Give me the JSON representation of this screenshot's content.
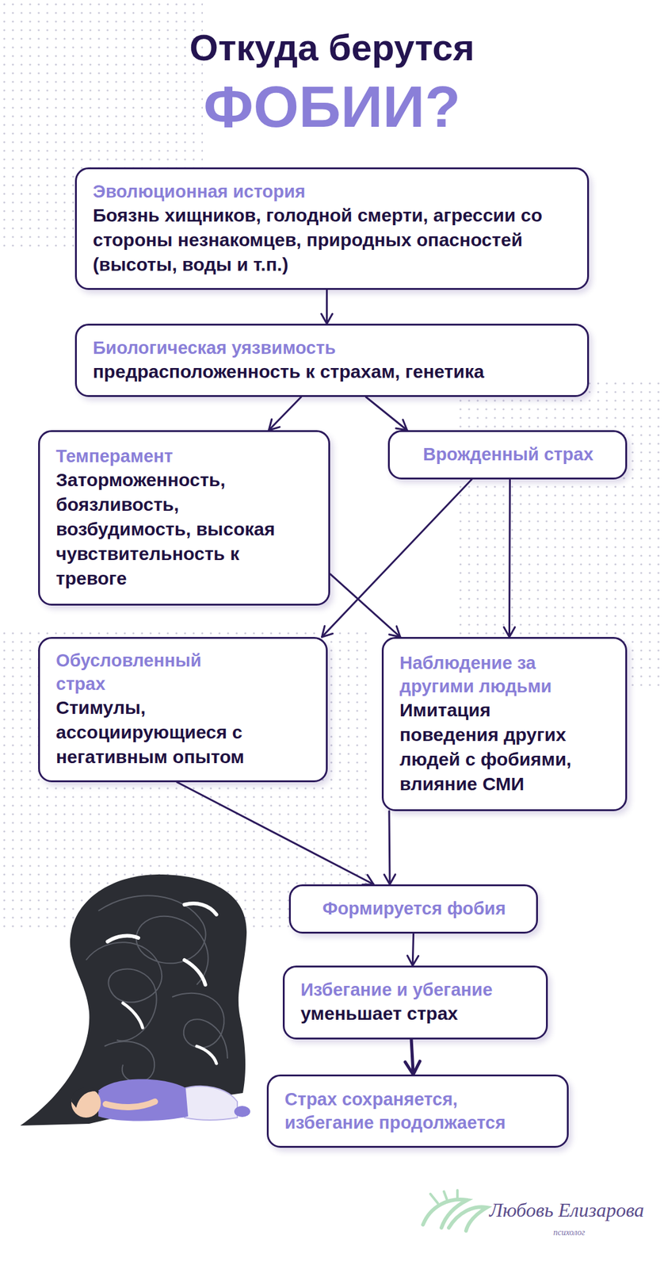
{
  "diagram": {
    "title": "Откуда берутся",
    "nodes": [
      {
        "text": [
          "Эволюционная история",
          "Боязнь хищников, голодной смерти, агрессии со стороны незнакомцев, природных опасностей (высоты, воды и т.п.)"
        ]
      },
      {
        "text": [
          "Биологическая уязвимость",
          "предрасположенность к страхам, генетика"
        ]
      },
      {
        "text": [
          "Темперамент",
          "Заторможенность, боязливость, возбудимость, высокая чувствительность к тревоге"
        ]
      },
      {
        "text": [
          "Врожденный страх"
        ]
      },
      {
        "text": [
          "Обусловленный страх",
          "Стимулы, ассоциирующиеся с негативным опытом"
        ]
      },
      {
        "text": [
          "Наблюдение за другими людьми",
          "Имитация поведения других людей с фобиями, влияние СМИ"
        ]
      },
      {
        "text": [
          "Формируется фобия"
        ]
      },
      {
        "text": [
          "Избегание и убегание",
          "уменьшает страх"
        ]
      },
      {
        "text": [
          "Страх сохраняется, избегание продолжается"
        ]
      }
    ],
    "edges": [
      {
        "from": 0,
        "to": 1,
        "arrow": "to"
      },
      {
        "from": 1,
        "to": 2,
        "arrow": "to"
      },
      {
        "from": 1,
        "to": 3,
        "arrow": "to"
      },
      {
        "from": 2,
        "to": 5,
        "arrow": "to"
      },
      {
        "from": 3,
        "to": 4,
        "arrow": "to"
      },
      {
        "from": 3,
        "to": 5,
        "arrow": "to"
      },
      {
        "from": 4,
        "to": 6,
        "arrow": "to"
      },
      {
        "from": 5,
        "to": 6,
        "arrow": "to"
      },
      {
        "from": 6,
        "to": 7,
        "arrow": "to"
      },
      {
        "from": 7,
        "to": 8,
        "arrow": "to"
      }
    ],
    "labels": [
      "ФОБИИ?",
      "Любовь Елизарова",
      "психолог"
    ]
  }
}
